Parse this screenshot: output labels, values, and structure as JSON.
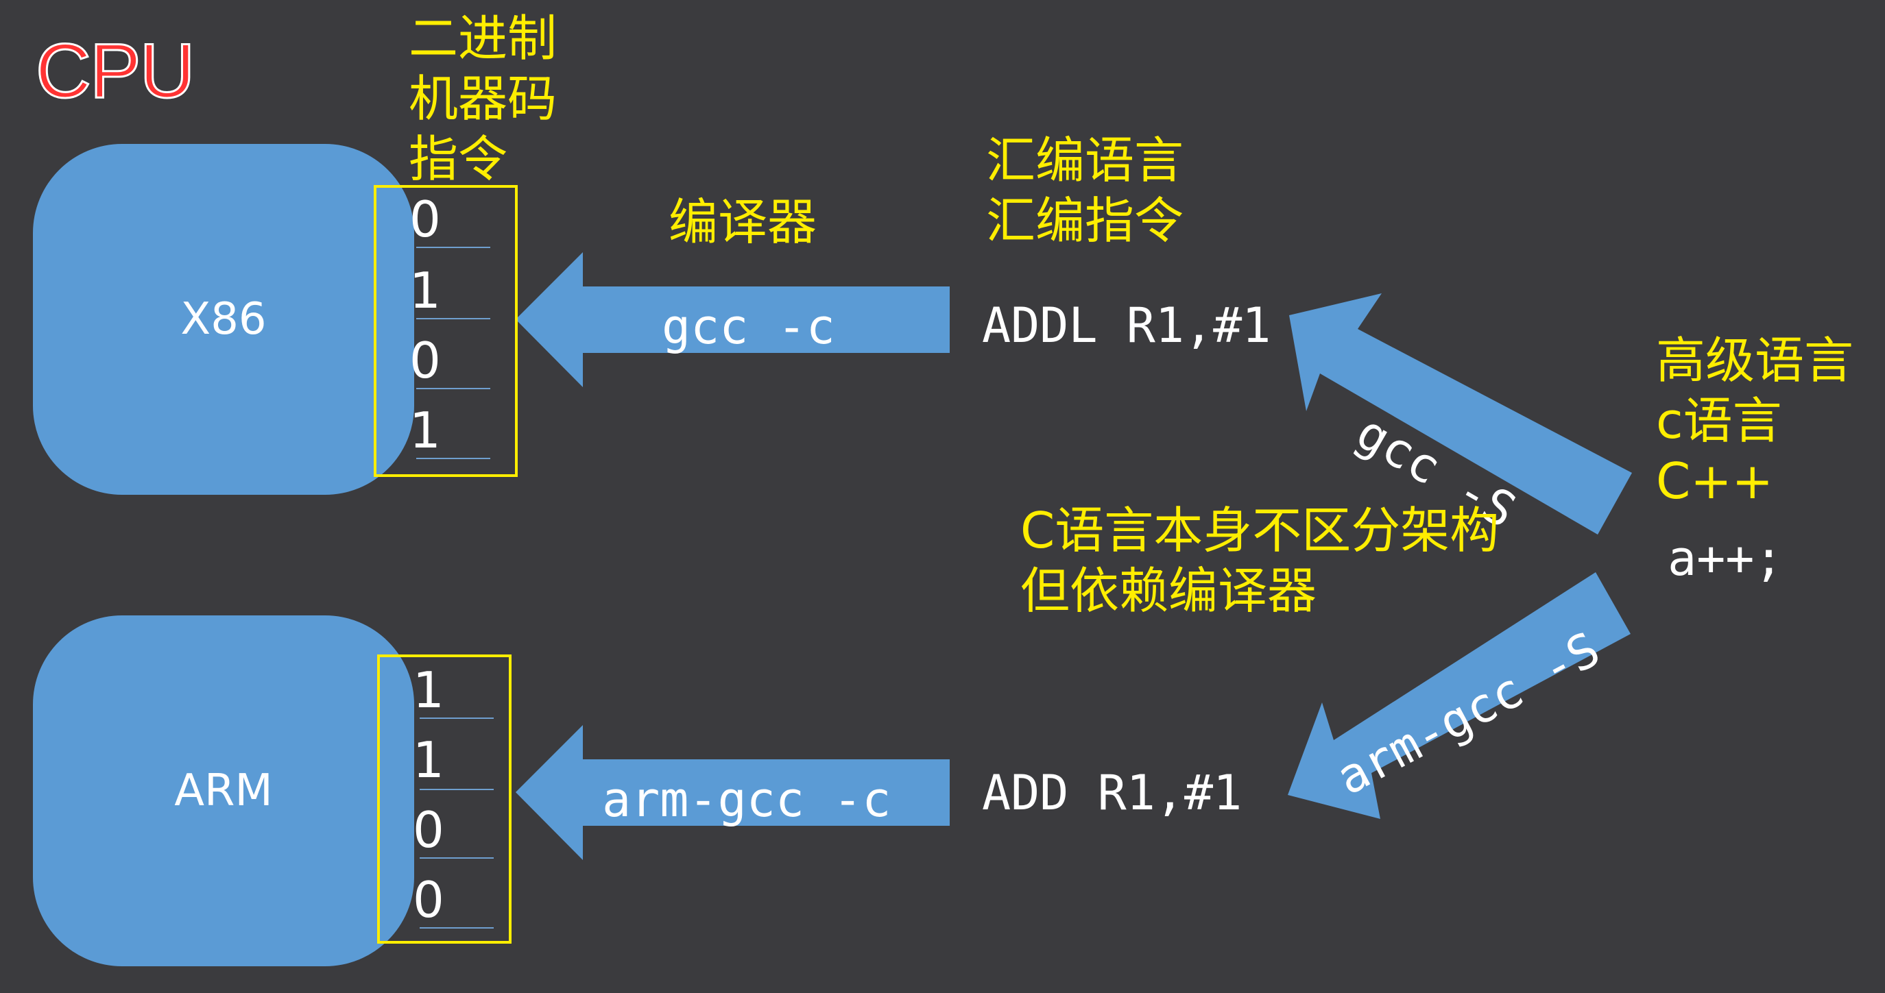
{
  "title": "CPU",
  "binary_label": [
    "二进制",
    "机器码",
    "指令"
  ],
  "cpus": [
    {
      "name": "X86",
      "bits": [
        "0",
        "1",
        "0",
        "1"
      ]
    },
    {
      "name": "ARM",
      "bits": [
        "1",
        "1",
        "0",
        "0"
      ]
    }
  ],
  "compiler_label": "编译器",
  "assembly_label": [
    "汇编语言",
    "汇编指令"
  ],
  "asm_x86": "ADDL R1,#1",
  "asm_arm": "ADD R1,#1",
  "cmd_gcc_c": "gcc -c",
  "cmd_arm_gcc_c": "arm-gcc -c",
  "cmd_gcc_S": "gcc -S",
  "cmd_arm_gcc_S": "arm-gcc -S",
  "high_level_label": [
    "高级语言",
    "c语言",
    "C++"
  ],
  "code_sample": "a++;",
  "note": [
    "C语言本身不区分架构",
    "但依赖编译器"
  ],
  "colors": {
    "arrow": "#5b9bd5",
    "box": "#5b9bd5",
    "yellow": "#ffee00",
    "title": "#ff3333",
    "background": "#3b3b3e"
  }
}
